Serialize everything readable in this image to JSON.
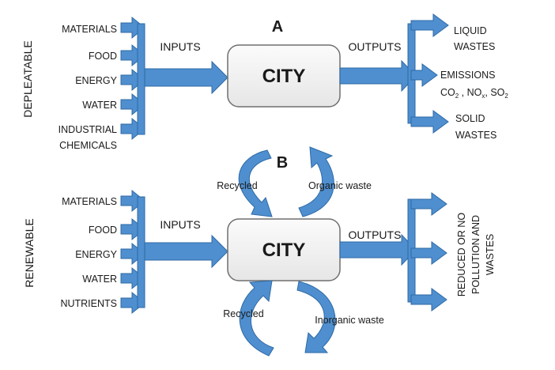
{
  "colors": {
    "arrow_fill": "#4f8fcf",
    "arrow_stroke": "#2e6aa6",
    "box_fill": "#f4f4f4",
    "box_stroke": "#6f6f6f"
  },
  "panel_a": {
    "title": "A",
    "group_label": "DEPLEATABLE",
    "inputs": [
      "MATERIALS",
      "FOOD",
      "ENERGY",
      "WATER"
    ],
    "industrial_line1": "INDUSTRIAL",
    "industrial_line2": "CHEMICALS",
    "inputs_label": "INPUTS",
    "city_label": "CITY",
    "outputs_label": "OUTPUTS",
    "liquid_line1": "LIQUID",
    "liquid_line2": "WASTES",
    "emissions": "EMISSIONS",
    "co": "CO",
    "co_sub": "2",
    "comma1": " , NO",
    "nox_sub": "x",
    "comma2": ", SO",
    "so_sub": "2",
    "solid_line1": "SOLID",
    "solid_line2": "WASTES"
  },
  "panel_b": {
    "title": "B",
    "group_label": "RENEWABLE",
    "inputs": [
      "MATERIALS",
      "FOOD",
      "ENERGY",
      "WATER",
      "NUTRIENTS"
    ],
    "inputs_label": "INPUTS",
    "city_label": "CITY",
    "outputs_label": "OUTPUTS",
    "recycled_top": "Recycled",
    "organic_waste": "Organic waste",
    "recycled_bottom": "Recycled",
    "inorganic_waste": "Inorganic waste",
    "reduced_line1": "REDUCED OR NO",
    "reduced_line2": "POLLUTION AND",
    "reduced_line3": "WASTES"
  }
}
